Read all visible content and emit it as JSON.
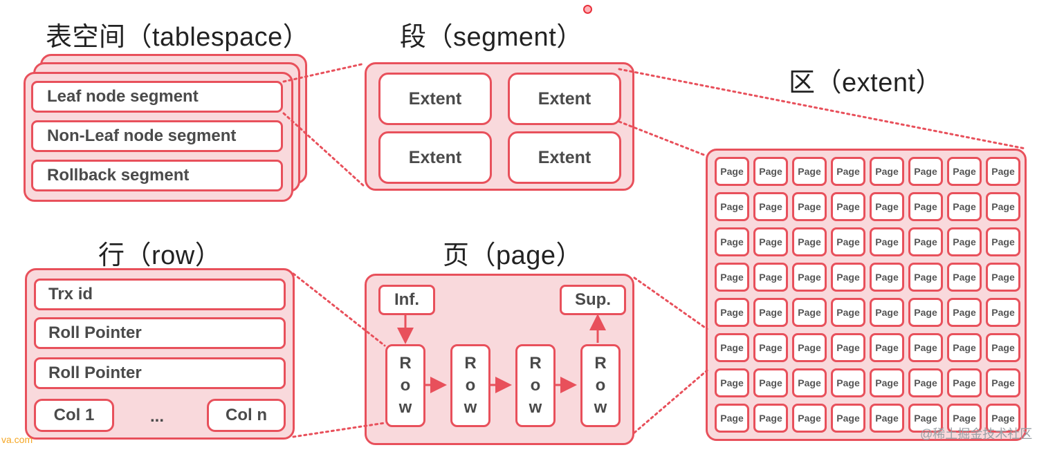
{
  "titles": {
    "tablespace": "表空间（tablespace）",
    "segment": "段（segment）",
    "extent": "区（extent）",
    "row": "行（row）",
    "page": "页（page）"
  },
  "tablespace": {
    "segments": [
      "Leaf node segment",
      "Non-Leaf node segment",
      "Rollback segment"
    ]
  },
  "segment": {
    "extents": [
      "Extent",
      "Extent",
      "Extent",
      "Extent"
    ]
  },
  "extent": {
    "page_label": "Page",
    "rows": 8,
    "cols": 8
  },
  "row": {
    "fields": [
      "Trx id",
      "Roll Pointer",
      "Roll Pointer"
    ],
    "col_first": "Col 1",
    "ellipsis": "...",
    "col_last": "Col n"
  },
  "page": {
    "infimum": "Inf.",
    "supremum": "Sup.",
    "row_letters": [
      "R",
      "o",
      "w"
    ],
    "row_count": 4
  },
  "watermarks": {
    "left": "va.com",
    "right": "@稀土掘金技术社区"
  },
  "colors": {
    "accent": "#e8505b",
    "panel_fill": "#f9d9dc"
  }
}
